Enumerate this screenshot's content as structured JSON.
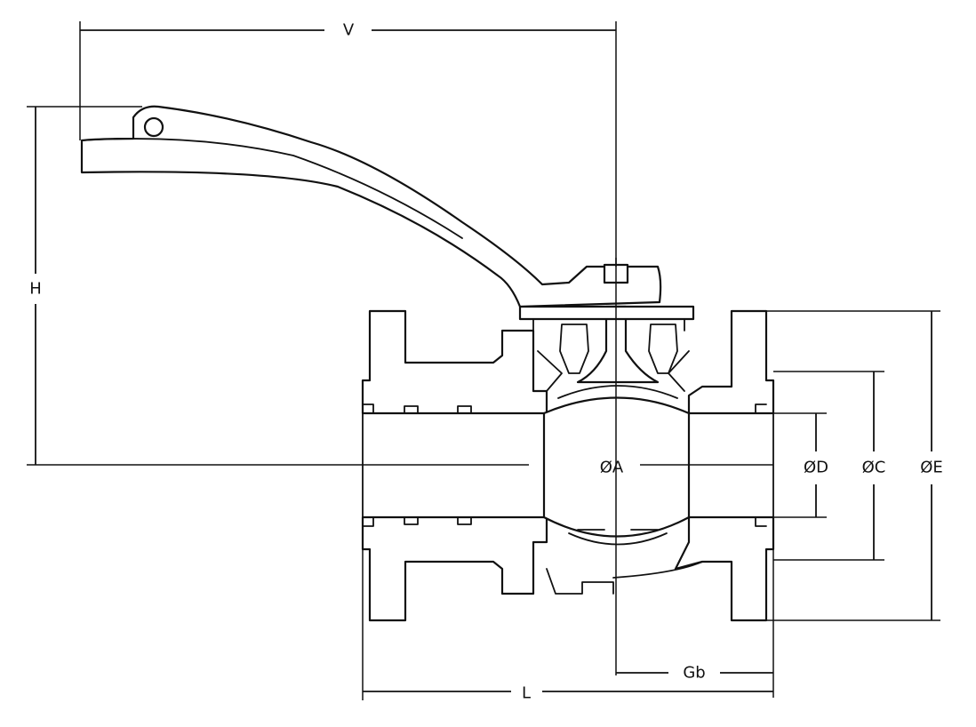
{
  "dimensions": {
    "V": "V",
    "H": "H",
    "A": "ØA",
    "D": "ØD",
    "C": "ØC",
    "E": "ØE",
    "Gb": "Gb",
    "L": "L"
  },
  "colors": {
    "line": "#111111",
    "background": "#ffffff"
  }
}
